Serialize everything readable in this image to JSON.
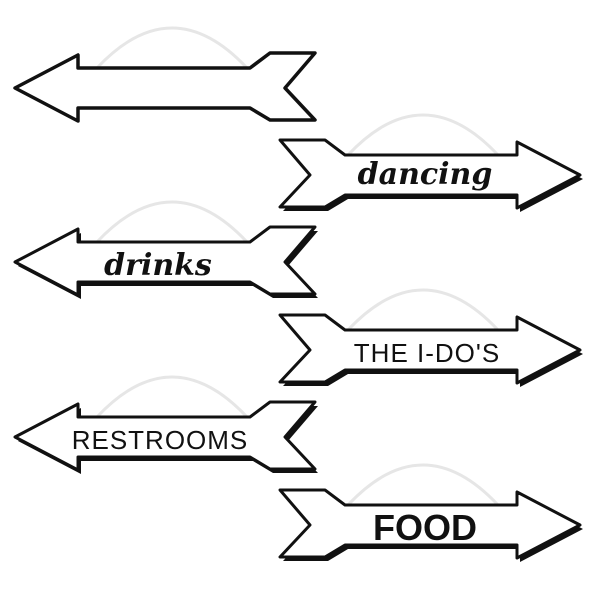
{
  "signs": [
    {
      "label": "",
      "direction": "left"
    },
    {
      "label": "dancing",
      "direction": "right"
    },
    {
      "label": "drinks",
      "direction": "left"
    },
    {
      "label": "THE I-DO'S",
      "direction": "right"
    },
    {
      "label": "RESTROOMS",
      "direction": "left"
    },
    {
      "label": "FOOD",
      "direction": "right"
    }
  ],
  "colors": {
    "outline": "#111111",
    "hanger": "#e6e6e6",
    "fill": "#ffffff"
  }
}
